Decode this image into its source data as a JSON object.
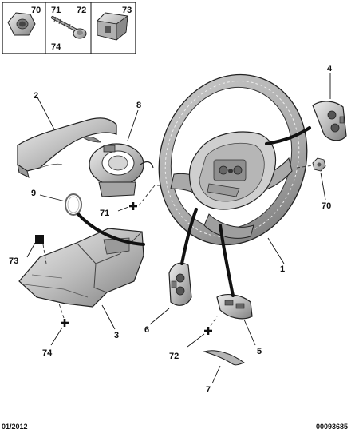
{
  "legend_box": {
    "labels": [
      "70",
      "71",
      "72",
      "74",
      "73"
    ]
  },
  "callouts": [
    "1",
    "2",
    "3",
    "4",
    "5",
    "6",
    "7",
    "8",
    "9",
    "70",
    "71",
    "72",
    "73",
    "74"
  ],
  "footer": {
    "date": "01/2012",
    "reference": "00093685"
  },
  "colors": {
    "line": "#111111",
    "part_light": "#d9d9d9",
    "part_mid": "#b8b8b8",
    "part_dark": "#8c8c8c"
  }
}
